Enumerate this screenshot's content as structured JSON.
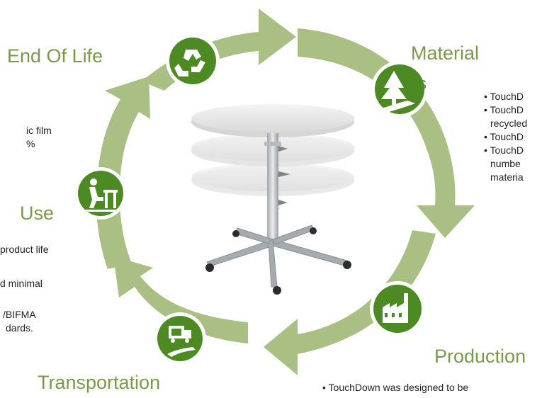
{
  "colors": {
    "arrow_fill": "#a9bf84",
    "icon_circle": "#4e8a23",
    "icon_ring": "#ffffff",
    "label_text": "#7a9a4a"
  },
  "stages": {
    "end_of_life": {
      "label": "End Of Life",
      "icon": "recycle-icon"
    },
    "material": {
      "label": "Material",
      "icon": "tree-road-icon",
      "icon_letter": "S"
    },
    "production": {
      "label": "Production",
      "icon": "factory-icon"
    },
    "transportation": {
      "label": "Transportation",
      "icon": "truck-road-icon"
    },
    "use": {
      "label": "Use",
      "icon": "person-at-desk-icon"
    }
  },
  "material_bullets": [
    "• TouchD",
    "• TouchD",
    "recycled",
    "• TouchD",
    "• TouchD",
    "numbe",
    "materia"
  ],
  "end_of_life_text": [
    "ic film",
    "%"
  ],
  "use_text": [
    "product life",
    "d minimal",
    "/BIFMA",
    "dards."
  ],
  "production_text": "• TouchDown was designed to be",
  "center_image": "round-table-on-wheels"
}
